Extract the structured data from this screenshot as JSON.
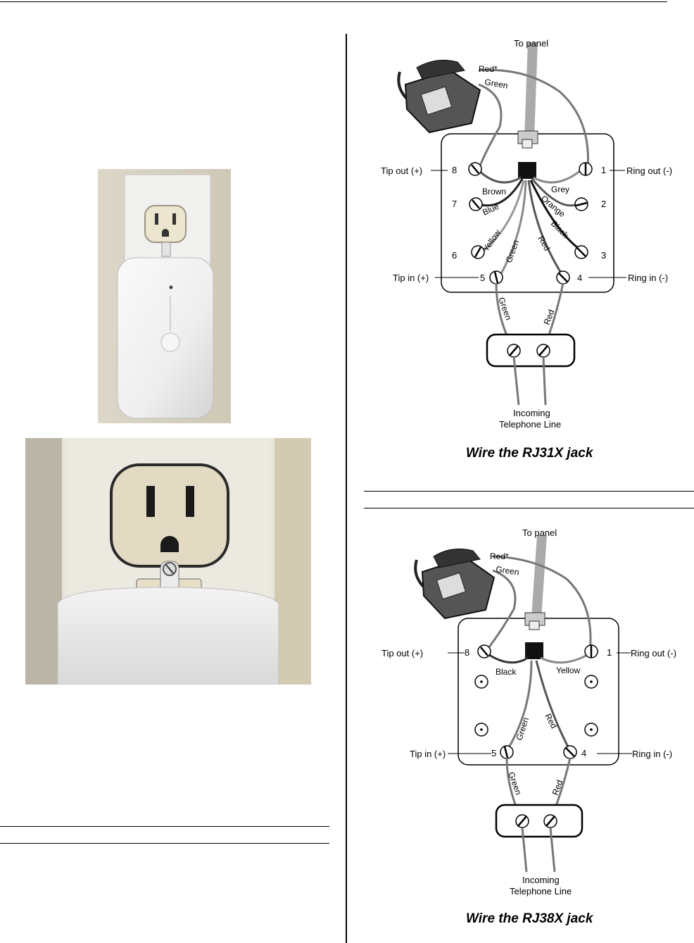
{
  "diagram_rj31x": {
    "caption": "Wire the RJ31X jack",
    "to_panel": "To panel",
    "red_star": "Red*",
    "green_top": "Green",
    "tip_out": "Tip out (+)",
    "ring_out": "Ring out (-)",
    "tip_in": "Tip in (+)",
    "ring_in": "Ring in (-)",
    "n1": "1",
    "n2": "2",
    "n3": "3",
    "n4": "4",
    "n5": "5",
    "n6": "6",
    "n7": "7",
    "n8": "8",
    "w_brown": "Brown",
    "w_grey": "Grey",
    "w_blue": "Blue",
    "w_orange": "Orange",
    "w_yellow": "Yellow",
    "w_green": "Green",
    "w_red": "Red",
    "w_black": "Black",
    "w_green_bottom": "Green",
    "w_red_bottom": "Red",
    "incoming_1": "Incoming",
    "incoming_2": "Telephone Line"
  },
  "diagram_rj38x": {
    "caption": "Wire the RJ38X jack",
    "to_panel": "To panel",
    "red_star": "Red*",
    "green_top": "Green",
    "tip_out": "Tip out (+)",
    "ring_out": "Ring out (-)",
    "tip_in": "Tip in (+)",
    "ring_in": "Ring in (-)",
    "n1": "1",
    "n4": "4",
    "n5": "5",
    "n8": "8",
    "w_black": "Black",
    "w_yellow": "Yellow",
    "w_green": "Green",
    "w_red": "Red",
    "w_green_bottom": "Green",
    "w_red_bottom": "Red",
    "incoming_1": "Incoming",
    "incoming_2": "Telephone Line"
  }
}
